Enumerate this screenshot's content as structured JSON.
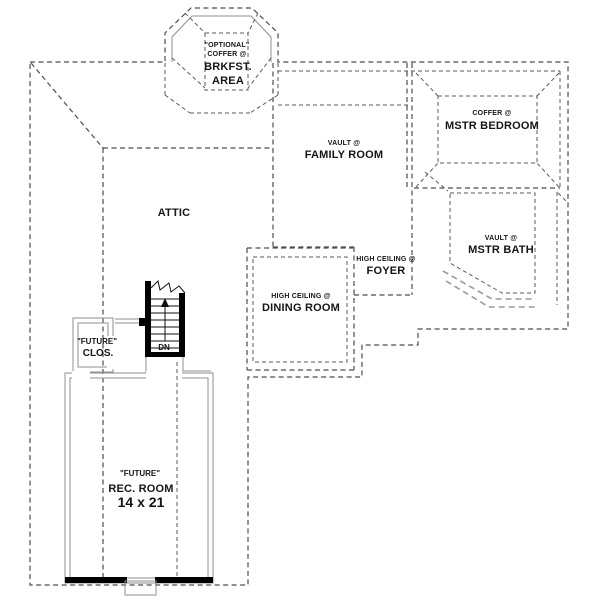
{
  "plan": {
    "type": "floor-plan",
    "colors": {
      "line": "#4d4d4d",
      "thin_wall": "#8f8f8f",
      "solid_wall": "#000000",
      "text": "#151515",
      "background": "#ffffff"
    },
    "rooms": {
      "brkfst": {
        "note1": "\"OPTIONAL\"",
        "note2": "COFFER @",
        "name1": "BRKFST.",
        "name2": "AREA"
      },
      "family": {
        "note": "VAULT @",
        "name": "FAMILY ROOM"
      },
      "mstr_bedroom": {
        "note": "COFFER @",
        "name": "MSTR BEDROOM"
      },
      "attic": {
        "name": "ATTIC"
      },
      "foyer": {
        "note": "HIGH CEILING @",
        "name": "FOYER"
      },
      "mstr_bath": {
        "note": "VAULT @",
        "name": "MSTR BATH"
      },
      "dining": {
        "note": "HIGH CEILING @",
        "name": "DINING ROOM"
      },
      "future_closet": {
        "note": "\"FUTURE\"",
        "name": "CLOS."
      },
      "stairs": {
        "label": "DN"
      },
      "rec_room": {
        "note": "\"FUTURE\"",
        "name": "REC. ROOM",
        "dimensions": "14 x 21"
      }
    }
  }
}
